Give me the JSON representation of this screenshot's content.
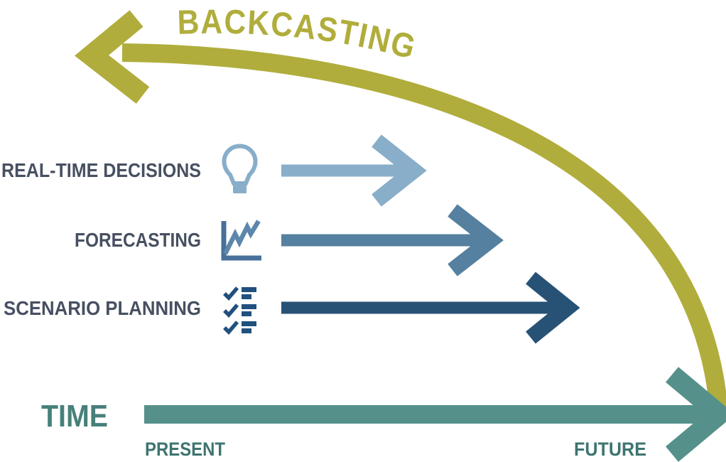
{
  "diagram": {
    "title": "BACKCASTING",
    "rows": [
      {
        "label": "REAL-TIME DECISIONS",
        "icon": "lightbulb-icon",
        "color": "#88aec9"
      },
      {
        "label": "FORECASTING",
        "icon": "line-chart-icon",
        "color": "#55809f"
      },
      {
        "label": "SCENARIO PLANNING",
        "icon": "checklist-icon",
        "color": "#275276"
      }
    ],
    "time_axis": {
      "label": "TIME",
      "start_label": "PRESENT",
      "end_label": "FUTURE"
    },
    "colors": {
      "backcasting_arrow": "#b0ad3c",
      "row_label_text": "#475061",
      "time_label": "#47807a",
      "time_arrow": "#55908a",
      "time_endpoint_text": "#3e7570",
      "chart_axis": "#47719a",
      "chart_line": "#5c87ab",
      "checklist": "#20507e"
    }
  }
}
